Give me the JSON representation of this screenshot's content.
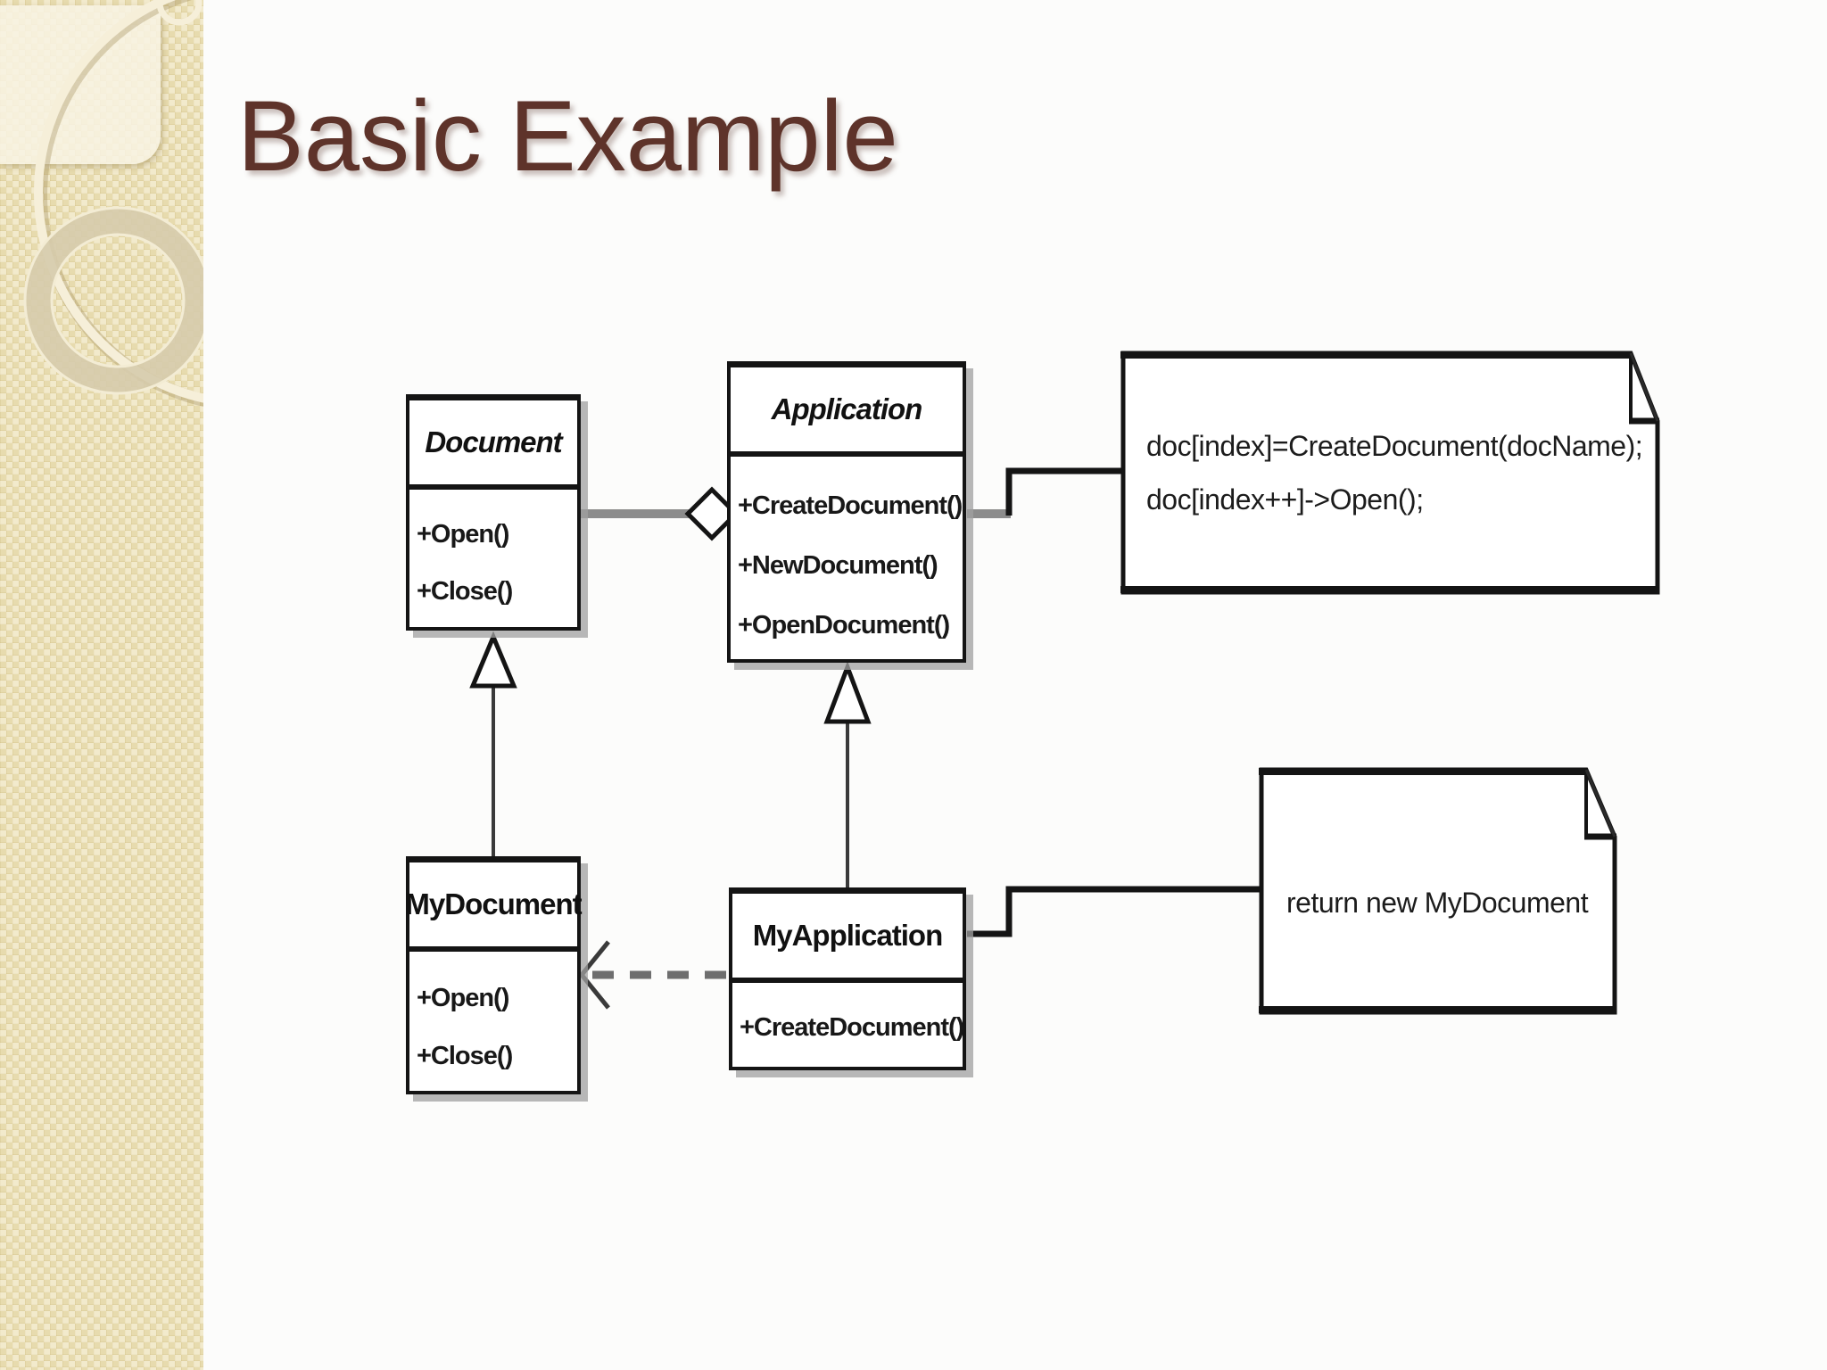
{
  "slide": {
    "title": "Basic Example"
  },
  "diagram": {
    "classes": [
      {
        "name": "Document",
        "abstract": true,
        "members": [
          "+Open()",
          "+Close()"
        ]
      },
      {
        "name": "Application",
        "abstract": true,
        "members": [
          "+CreateDocument()",
          "+NewDocument()",
          "+OpenDocument()"
        ]
      },
      {
        "name": "MyDocument",
        "abstract": false,
        "members": [
          "+Open()",
          "+Close()"
        ]
      },
      {
        "name": "MyApplication",
        "abstract": false,
        "members": [
          "+CreateDocument()"
        ]
      }
    ],
    "notes": [
      {
        "lines": [
          "doc[index]=CreateDocument(docName);",
          "doc[index++]->Open();"
        ]
      },
      {
        "lines": [
          "return new MyDocument"
        ]
      }
    ],
    "relationships": [
      {
        "type": "aggregation",
        "from": "Application",
        "to": "Document",
        "symbol": "hollow-diamond"
      },
      {
        "type": "generalization",
        "from": "MyDocument",
        "to": "Document",
        "symbol": "hollow-triangle"
      },
      {
        "type": "generalization",
        "from": "MyApplication",
        "to": "Application",
        "symbol": "hollow-triangle"
      },
      {
        "type": "dependency",
        "from": "MyApplication",
        "to": "MyDocument",
        "symbol": "dashed-open-arrow"
      },
      {
        "type": "note-link",
        "from": "Application",
        "to": "note-1"
      },
      {
        "type": "note-link",
        "from": "MyApplication",
        "to": "note-2"
      }
    ],
    "symbols": {
      "aggregation": "hollow-diamond",
      "generalization": "hollow-triangle",
      "dependency": "dashed-open-arrow",
      "note": "folded-corner-rectangle"
    }
  },
  "colors": {
    "title_text": "#5e332a",
    "diagram_line": "#1c1c1c",
    "aggregation_line": "#8c8c8c",
    "box_fill": "#ffffff",
    "box_shadow": "#a0a0a0",
    "sidebar_base": "#e7dbae",
    "sidebar_ring": "#f6efd9",
    "background": "#fcfcfb"
  }
}
